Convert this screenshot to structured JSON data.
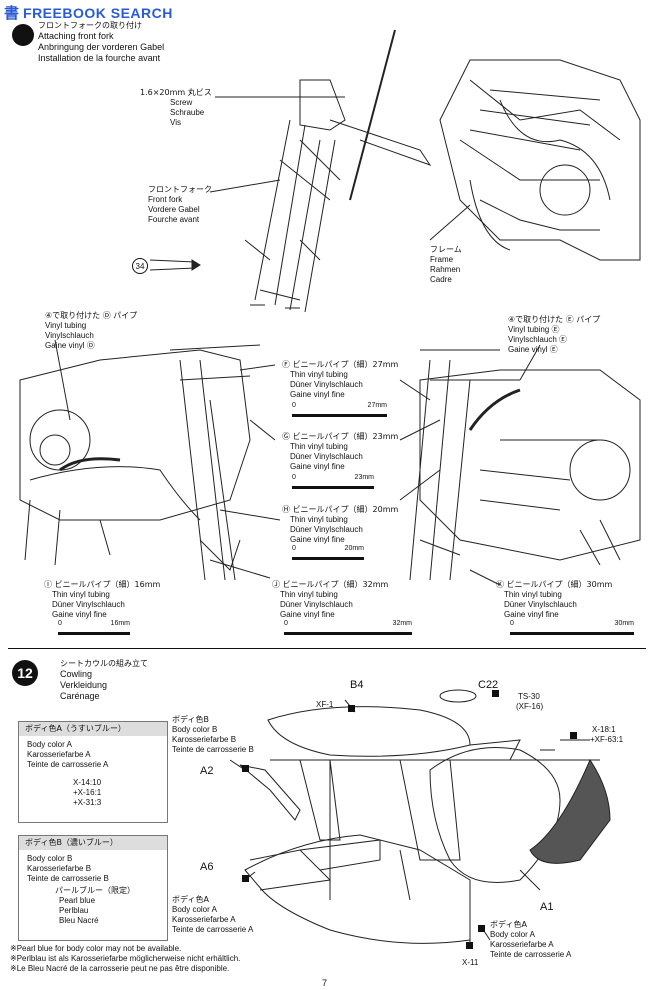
{
  "watermark": {
    "text": "FREEBOOK SEARCH",
    "kanji": "書"
  },
  "step11": {
    "title_jp": "フロントフォークの取り付け",
    "title_en": "Attaching front fork",
    "title_de": "Anbringung der vorderen Gabel",
    "title_fr": "Installation de la fourche avant",
    "screw": {
      "jp": "1.6×20mm 丸ビス",
      "en": "Screw",
      "de": "Schraube",
      "fr": "Vis"
    },
    "fork": {
      "jp": "フロントフォーク",
      "en": "Front fork",
      "de": "Vordere Gabel",
      "fr": "Fourche avant"
    },
    "frame": {
      "jp": "フレーム",
      "en": "Frame",
      "de": "Rahmen",
      "fr": "Cadre"
    },
    "ref34": "34",
    "pipeD": {
      "jp": "④で取り付けた Ⓓ パイプ",
      "en": "Vinyl tubing",
      "de": "Vinylschlauch",
      "fr": "Gaine vinyl Ⓓ"
    },
    "pipeE": {
      "jp": "④で取り付けた Ⓔ パイプ",
      "en": "Vinyl tubing Ⓔ",
      "de": "Vinylschlauch Ⓔ",
      "fr": "Gaine vinyl Ⓔ"
    },
    "tubes": [
      {
        "jp": "Ⓕ ビニールパイプ（細）27mm",
        "en": "Thin vinyl tubing",
        "de": "Düner Vinylschlauch",
        "fr": "Gaine vinyl fine",
        "zero": "0",
        "len": "27mm"
      },
      {
        "jp": "Ⓖ ビニールパイプ（細）23mm",
        "en": "Thin vinyl tubing",
        "de": "Düner Vinylschlauch",
        "fr": "Gaine vinyl fine",
        "zero": "0",
        "len": "23mm"
      },
      {
        "jp": "Ⓗ ビニールパイプ（細）20mm",
        "en": "Thin vinyl tubing",
        "de": "Düner Vinylschlauch",
        "fr": "Gaine vinyl fine",
        "zero": "0",
        "len": "20mm"
      },
      {
        "jp": "Ⓘ ビニールパイプ（細）16mm",
        "en": "Thin vinyl tubing",
        "de": "Düner Vinylschlauch",
        "fr": "Gaine vinyl fine",
        "zero": "0",
        "len": "16mm"
      },
      {
        "jp": "Ⓙ ビニールパイプ（細）32mm",
        "en": "Thin vinyl tubing",
        "de": "Düner Vinylschlauch",
        "fr": "Gaine vinyl fine",
        "zero": "0",
        "len": "32mm"
      },
      {
        "jp": "Ⓚ ビニールパイプ（細）30mm",
        "en": "Thin vinyl tubing",
        "de": "Düner Vinylschlauch",
        "fr": "Gaine vinyl fine",
        "zero": "0",
        "len": "30mm"
      }
    ]
  },
  "step12": {
    "number": "12",
    "title_jp": "シートカウルの組み立て",
    "title_en": "Cowling",
    "title_de": "Verkleidung",
    "title_fr": "Carénage",
    "colorA_box": {
      "head": "ボディ色A（うすいブルー）",
      "l1": "Body color A",
      "l2": "Karosseriefarbe A",
      "l3": "Teinte de carrosserie A",
      "m1": "X-14:10",
      "m2": "+X-16:1",
      "m3": "+X-31:3"
    },
    "colorB_box": {
      "head": "ボディ色B（濃いブルー）",
      "l1": "Body color B",
      "l2": "Karosseriefarbe B",
      "l3": "Teinte de carrosserie B",
      "p1": "パールブルー（限定）",
      "p2": "Pearl blue",
      "p3": "Perlblau",
      "p4": "Bleu Nacré"
    },
    "bodyB_label": {
      "jp": "ボディ色B",
      "en": "Body color B",
      "de": "Karosseriefarbe B",
      "fr": "Teinte de carrosserie B"
    },
    "bodyA_label_left": {
      "jp": "ボディ色A",
      "en": "Body color A",
      "de": "Karosseriefarbe A",
      "fr": "Teinte de carrosserie A"
    },
    "bodyA_label_right": {
      "jp": "ボディ色A",
      "en": "Body color A",
      "de": "Karosseriefarbe A",
      "fr": "Teinte de carrosserie A"
    },
    "parts": {
      "b4": "B4",
      "xf1": "XF-1",
      "c22": "C22",
      "ts30": "TS-30",
      "xf16": "(XF-16)",
      "x18": "X-18:1",
      "xf63": "+XF-63:1",
      "a2": "A2",
      "a6": "A6",
      "a1": "A1",
      "x11": "X-11"
    },
    "notes": [
      "※Pearl blue for body color may not be available.",
      "※Perlblau ist als Karosseriefarbe möglicherweise nicht erhältlich.",
      "※Le Bleu Nacré de la carrosserie peut ne pas être disponible."
    ],
    "page": "7"
  }
}
